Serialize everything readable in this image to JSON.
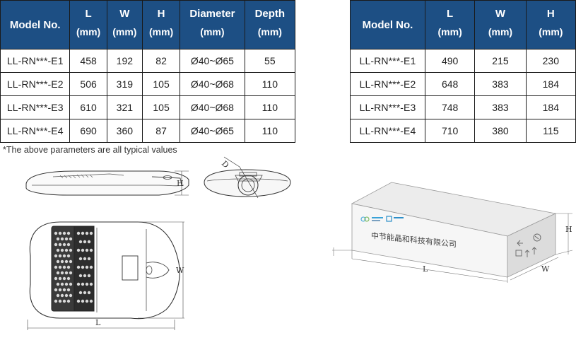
{
  "table1": {
    "headers": [
      {
        "top": "Model No.",
        "sub": ""
      },
      {
        "top": "L",
        "sub": "(mm)"
      },
      {
        "top": "W",
        "sub": "(mm)"
      },
      {
        "top": "H",
        "sub": "(mm)"
      },
      {
        "top": "Diameter",
        "sub": "(mm)"
      },
      {
        "top": "Depth",
        "sub": "(mm)"
      }
    ],
    "rows": [
      [
        "LL-RN***-E1",
        "458",
        "192",
        "82",
        "Ø40~Ø65",
        "55"
      ],
      [
        "LL-RN***-E2",
        "506",
        "319",
        "105",
        "Ø40~Ø68",
        "110"
      ],
      [
        "LL-RN***-E3",
        "610",
        "321",
        "105",
        "Ø40~Ø68",
        "110"
      ],
      [
        "LL-RN***-E4",
        "690",
        "360",
        "87",
        "Ø40~Ø65",
        "110"
      ]
    ]
  },
  "table2": {
    "headers": [
      {
        "top": "Model No.",
        "sub": ""
      },
      {
        "top": "L",
        "sub": "(mm)"
      },
      {
        "top": "W",
        "sub": "(mm)"
      },
      {
        "top": "H",
        "sub": "(mm)"
      }
    ],
    "rows": [
      [
        "LL-RN***-E1",
        "490",
        "215",
        "230"
      ],
      [
        "LL-RN***-E2",
        "648",
        "383",
        "184"
      ],
      [
        "LL-RN***-E3",
        "748",
        "383",
        "184"
      ],
      [
        "LL-RN***-E4",
        "710",
        "380",
        "115"
      ]
    ]
  },
  "footnote": "*The above parameters are all typical values",
  "drawings": {
    "side_view": {
      "h_label": "H"
    },
    "end_view": {
      "d_label": "D"
    },
    "top_view": {
      "w_label": "W",
      "l_label": "L"
    },
    "box": {
      "company": "中节能晶和科技有限公司",
      "l_label": "L",
      "w_label": "W",
      "h_label": "H"
    }
  },
  "colors": {
    "header_bg": "#1d4f84",
    "header_text": "#ffffff"
  }
}
